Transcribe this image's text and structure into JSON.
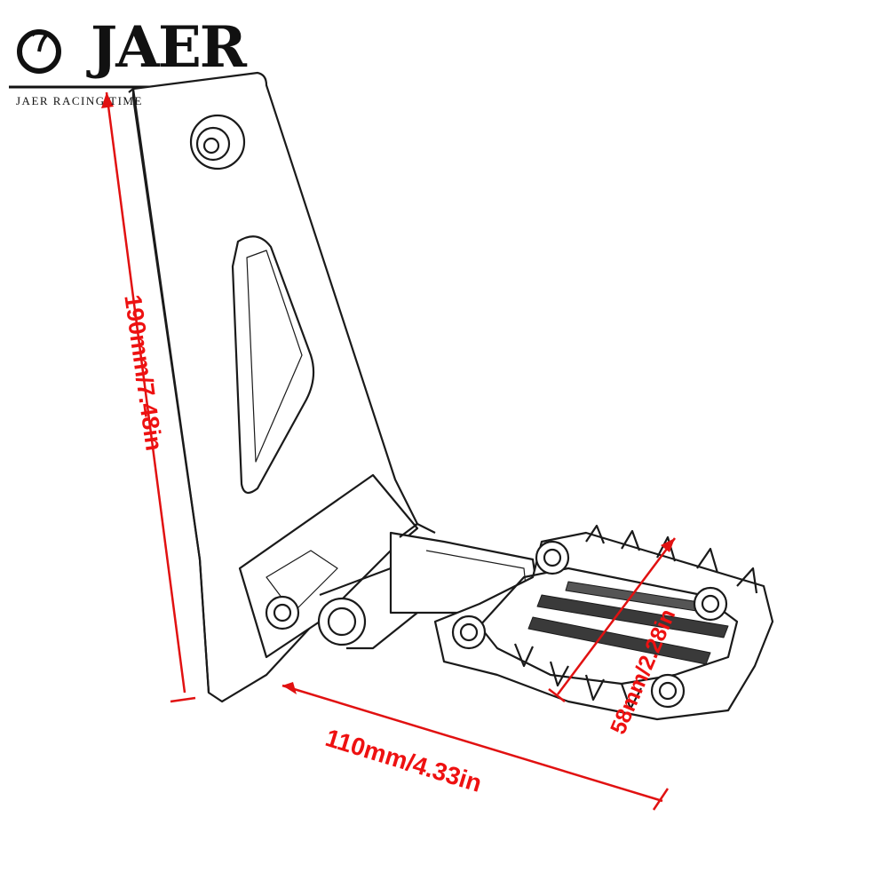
{
  "brand": {
    "name": "JAER",
    "tagline": "JAER RACING TIME"
  },
  "dimensions": {
    "height": "190mm/7.48in",
    "length": "110mm/4.33in",
    "width": "58mm/2.28in"
  },
  "colors": {
    "dimension": "#e11111",
    "outline": "#1a1a1a"
  }
}
